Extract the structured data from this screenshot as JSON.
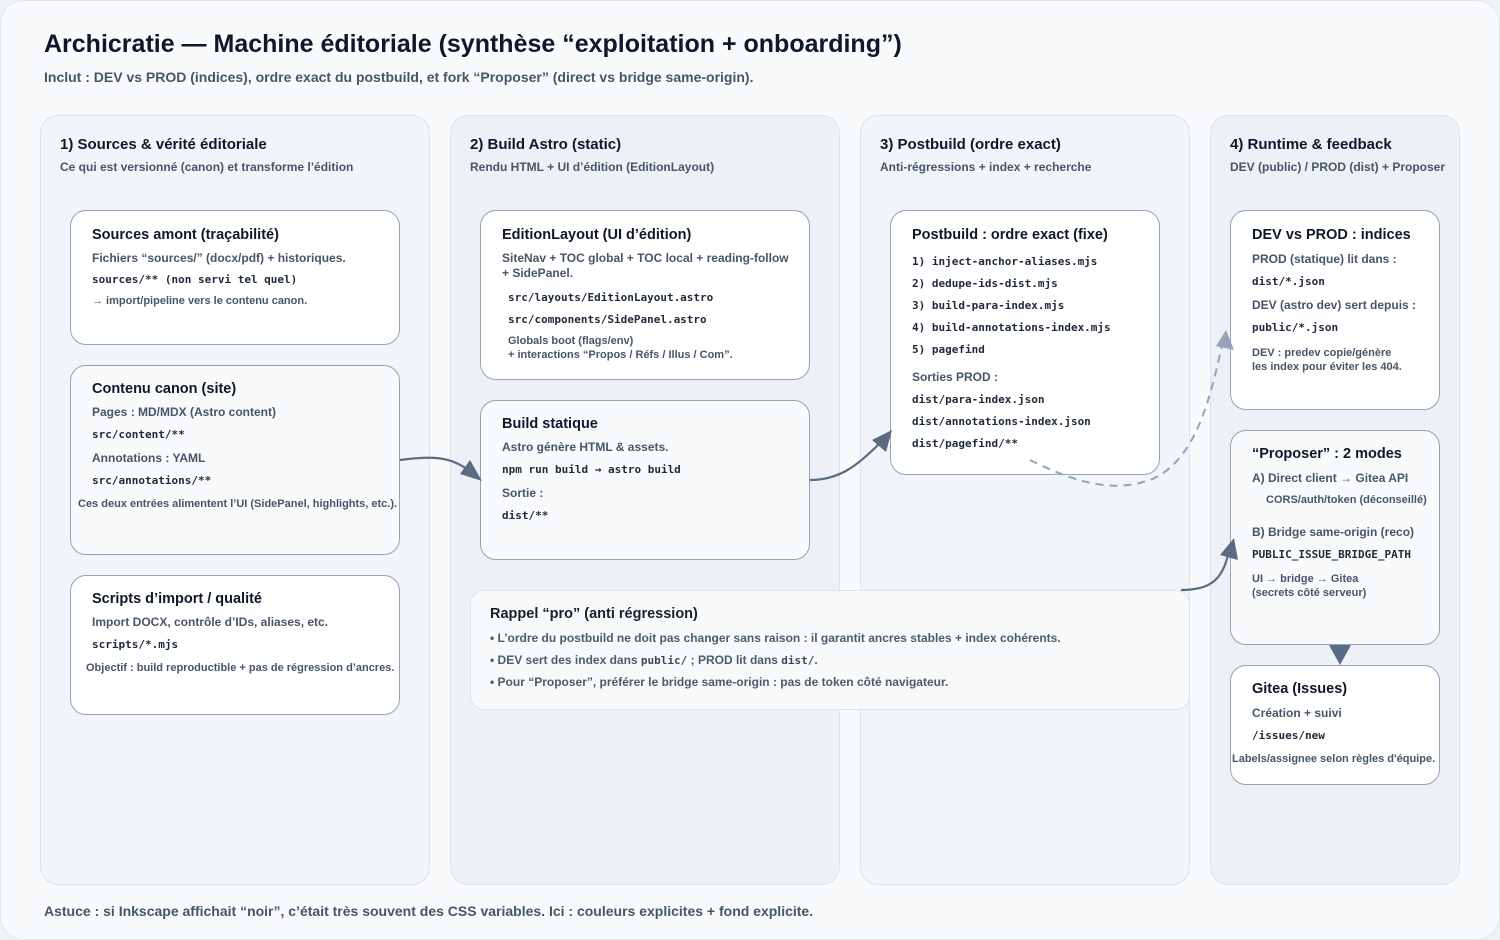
{
  "header": {
    "title": "Archicratie — Machine éditoriale (synthèse “exploitation + onboarding”)",
    "subtitle": "Inclut : DEV vs PROD (indices), ordre exact du postbuild, et fork “Proposer” (direct vs bridge same-origin)."
  },
  "columns": [
    {
      "title": "1) Sources & vérité éditoriale",
      "subtitle": "Ce qui est versionné (canon) et transforme l’édition",
      "cards": [
        {
          "title": "Sources amont (traçabilité)",
          "lines": [
            "Fichiers “sources/” (docx/pdf) + historiques.",
            "sources/** (non servi tel quel)",
            "→ import/pipeline vers le contenu canon."
          ]
        },
        {
          "title": "Contenu canon (site)",
          "lines": [
            "Pages : MD/MDX (Astro content)",
            "src/content/**",
            "Annotations : YAML",
            "src/annotations/**",
            "Ces deux entrées alimentent l’UI (SidePanel, highlights, etc.)."
          ]
        },
        {
          "title": "Scripts d’import / qualité",
          "lines": [
            "Import DOCX, contrôle d’IDs, aliases, etc.",
            "scripts/*.mjs",
            "Objectif : build reproductible + pas de régression d’ancres."
          ]
        }
      ]
    },
    {
      "title": "2) Build Astro (static)",
      "subtitle": "Rendu HTML + UI d’édition (EditionLayout)",
      "cards": [
        {
          "title": "EditionLayout (UI d’édition)",
          "lines": [
            "SiteNav + TOC global + TOC local + reading-follow",
            "+ SidePanel.",
            "src/layouts/EditionLayout.astro",
            "src/components/SidePanel.astro",
            "Globals boot (flags/env)",
            "+ interactions “Propos / Réfs / Illus / Com”."
          ]
        },
        {
          "title": "Build statique",
          "lines": [
            "Astro génère HTML & assets.",
            "npm run build → astro build",
            "Sortie :",
            "dist/**"
          ]
        }
      ]
    },
    {
      "title": "3) Postbuild (ordre exact)",
      "subtitle": "Anti-régressions + index + recherche",
      "cards": [
        {
          "title": "Postbuild : ordre exact (fixe)",
          "steps": [
            "1) inject-anchor-aliases.mjs",
            "2) dedupe-ids-dist.mjs",
            "3) build-para-index.mjs",
            "4) build-annotations-index.mjs",
            "5) pagefind"
          ],
          "outputs_label": "Sorties PROD :",
          "outputs": [
            "dist/para-index.json",
            "dist/annotations-index.json",
            "dist/pagefind/**"
          ]
        }
      ]
    },
    {
      "title": "4) Runtime & feedback",
      "subtitle": "DEV (public) / PROD (dist) + Proposer",
      "cards": [
        {
          "title": "DEV vs PROD : indices",
          "lines": [
            "PROD (statique) lit dans :",
            "dist/*.json",
            "DEV (astro dev) sert depuis :",
            "public/*.json",
            "DEV : predev copie/génère",
            "les index pour éviter les 404."
          ]
        },
        {
          "title": "“Proposer” : 2 modes",
          "lines": [
            "A) Direct client → Gitea API",
            "CORS/auth/token (déconseillé)",
            "B) Bridge same-origin (reco)",
            "PUBLIC_ISSUE_BRIDGE_PATH",
            "UI → bridge → Gitea",
            "(secrets côté serveur)"
          ]
        },
        {
          "title": "Gitea (Issues)",
          "lines": [
            "Création + suivi",
            "/issues/new",
            "Labels/assignee selon règles d'équipe."
          ]
        }
      ]
    }
  ],
  "reminder": {
    "title": "Rappel “pro” (anti régression)",
    "bullet1": "• L’ordre du postbuild ne doit pas changer sans raison : il garantit ancres stables + index cohérents.",
    "bullet2_a": "• DEV sert des index dans ",
    "bullet2_code1": "public/",
    "bullet2_b": " ; PROD lit dans ",
    "bullet2_code2": "dist/",
    "bullet2_c": ".",
    "bullet3": "• Pour “Proposer”, préférer le bridge same-origin : pas de token côté navigateur."
  },
  "footer": "Astuce : si Inkscape affichait “noir”, c’était très souvent des CSS variables. Ici : couleurs explicites + fond explicite.",
  "colors": {
    "arrow": "#5b6b82",
    "arrow_dashed": "#94a3b8",
    "card_border": "#94a3b8",
    "title_text": "#0f172a",
    "body_text": "#475569"
  }
}
